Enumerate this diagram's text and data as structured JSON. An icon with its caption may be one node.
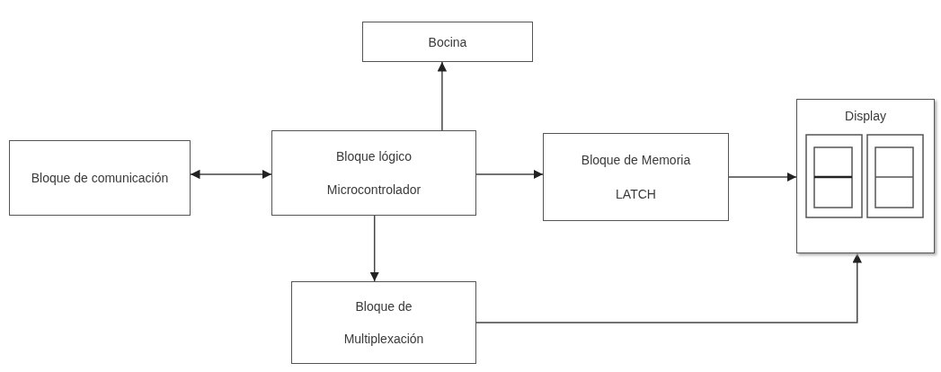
{
  "diagram": {
    "nodes": [
      {
        "text": [
          "Bocina"
        ]
      },
      {
        "text": [
          "Bloque de comunicación"
        ]
      },
      {
        "text": [
          "Bloque lógico",
          "Microcontrolador"
        ]
      },
      {
        "text": [
          "Bloque de Memoria",
          "LATCH"
        ]
      },
      {
        "text": [
          "Display"
        ]
      },
      {
        "text": [
          "Bloque de",
          "Multiplexación"
        ]
      }
    ],
    "edges": [
      {
        "from": 1,
        "to": 2,
        "arrow": "both"
      },
      {
        "from": 2,
        "to": 0,
        "arrow": "to"
      },
      {
        "from": 2,
        "to": 3,
        "arrow": "to"
      },
      {
        "from": 3,
        "to": 4,
        "arrow": "to"
      },
      {
        "from": 2,
        "to": 5,
        "arrow": "to"
      },
      {
        "from": 5,
        "to": 4,
        "arrow": "to"
      }
    ]
  }
}
